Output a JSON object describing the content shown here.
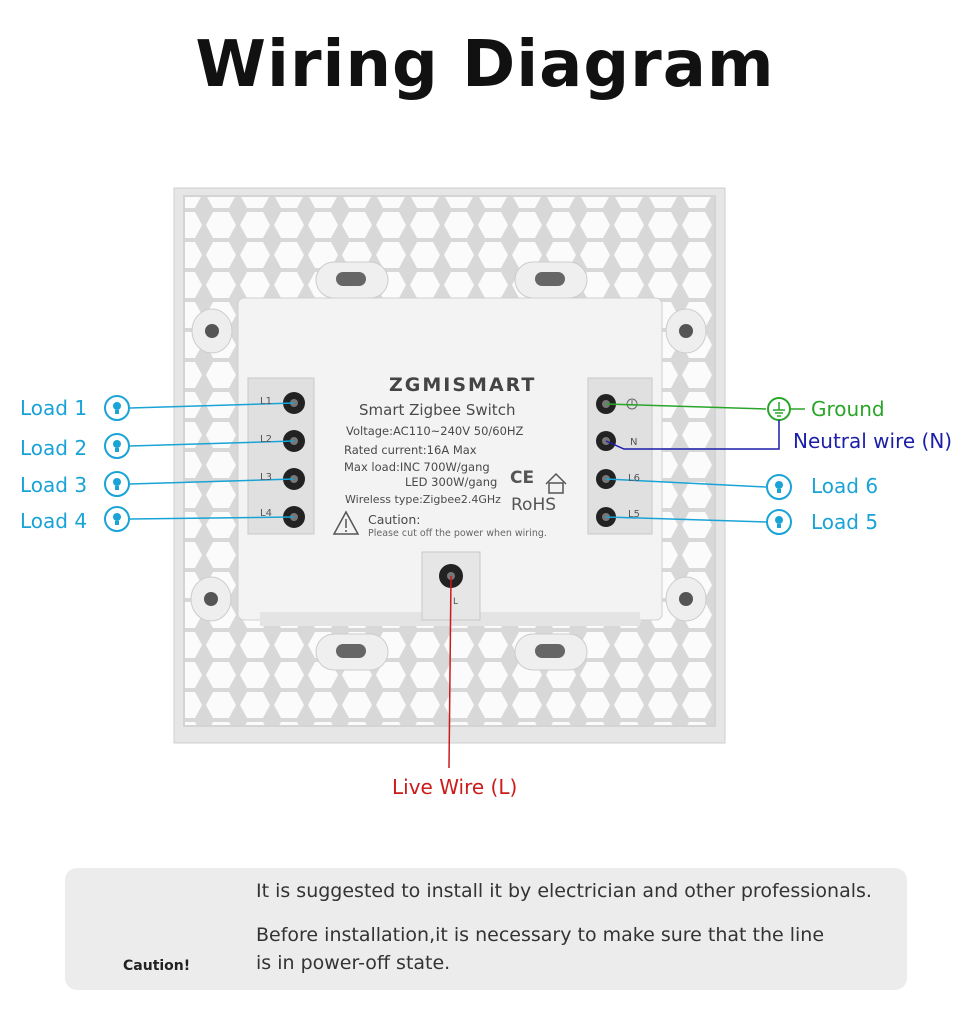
{
  "title": "Wiring Diagram",
  "device": {
    "brand": "ZGMISMART",
    "name": "Smart Zigbee Switch",
    "voltage": "Voltage:AC110~240V  50/60HZ",
    "current": "Rated current:16A Max",
    "maxload_inc": "Max load:INC 700W/gang",
    "maxload_led": "LED 300W/gang",
    "wireless": "Wireless type:Zigbee2.4GHz",
    "ce": "CE",
    "rohs": "RoHS",
    "caution_title": "Caution:",
    "caution_text": "Please cut off the power when wiring."
  },
  "terminals_left": [
    "L1",
    "L2",
    "L3",
    "L4"
  ],
  "terminals_right": [
    "N",
    "L6",
    "L5"
  ],
  "terminal_bottom": "L",
  "loads_left": [
    "Load 1",
    "Load 2",
    "Load 3",
    "Load 4"
  ],
  "loads_right": [
    "Load 6",
    "Load 5"
  ],
  "ground_label": "Ground",
  "neutral_label": "Neutral wire (N)",
  "live_label": "Live Wire (L)",
  "colors": {
    "load": "#1aa3d6",
    "ground": "#2aa52a",
    "neutral": "#1b1fa8",
    "live": "#cc1b1b"
  },
  "caution": {
    "label": "Caution!",
    "line1": "It is suggested to install it by electrician and other professionals.",
    "line2": "Before installation,it is necessary to make sure that the line",
    "line3": "is in power-off state."
  }
}
